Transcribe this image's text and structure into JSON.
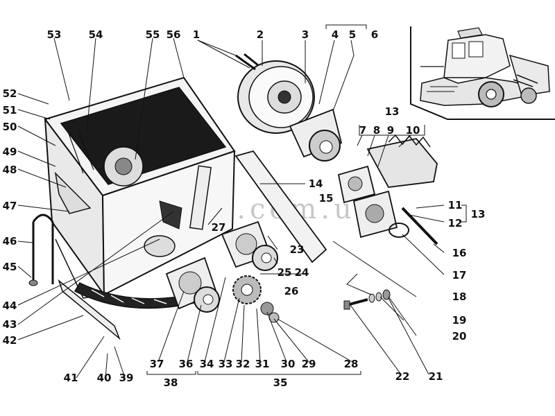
{
  "watermark": "adara.com.ua",
  "callouts": [
    "1",
    "2",
    "3",
    "4",
    "5",
    "6",
    "7",
    "8",
    "9",
    "10",
    "11",
    "12",
    "13",
    "13",
    "14",
    "15",
    "16",
    "17",
    "18",
    "19",
    "20",
    "21",
    "22",
    "23",
    "24",
    "25",
    "26",
    "27",
    "28",
    "29",
    "30",
    "31",
    "32",
    "33",
    "34",
    "35",
    "36",
    "37",
    "38",
    "39",
    "40",
    "41",
    "42",
    "43",
    "44",
    "45",
    "46",
    "47",
    "48",
    "49",
    "50",
    "51",
    "52",
    "53",
    "54",
    "55",
    "56"
  ],
  "inset": {
    "icon": "combine-harvester-icon"
  }
}
